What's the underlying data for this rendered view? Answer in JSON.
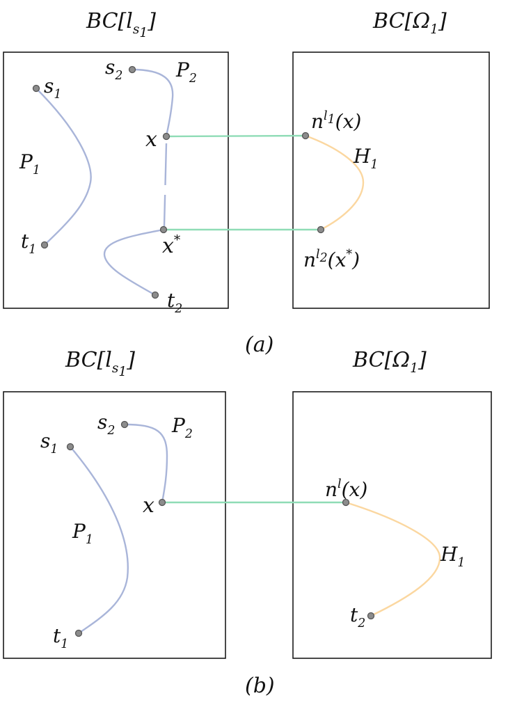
{
  "panel_a": {
    "caption": "(a)",
    "left_title": {
      "base": "BC[l",
      "sub": "s",
      "subsub": "1",
      "tail": "]"
    },
    "right_title": {
      "base": "BC[Ω",
      "sub": "1",
      "tail": "]"
    },
    "labels": {
      "s1": {
        "base": "s",
        "sub": "1"
      },
      "t1": {
        "base": "t",
        "sub": "1"
      },
      "s2": {
        "base": "s",
        "sub": "2"
      },
      "t2": {
        "base": "t",
        "sub": "2"
      },
      "P1": {
        "base": "P",
        "sub": "1"
      },
      "P2": {
        "base": "P",
        "sub": "2"
      },
      "x": "x",
      "xstar": {
        "base": "x",
        "sup": "*"
      },
      "H1": {
        "base": "H",
        "sub": "1"
      },
      "nl1x": {
        "base": "n",
        "sup": "l",
        "supsub": "1",
        "tail": "(x)"
      },
      "nl2xstar": {
        "base": "n",
        "sup": "l",
        "supsub": "2",
        "tail": "(x",
        "tailsup": "*",
        "tailend": ")"
      }
    }
  },
  "panel_b": {
    "caption": "(b)",
    "left_title": {
      "base": "BC[l",
      "sub": "s",
      "subsub": "1",
      "tail": "]"
    },
    "right_title": {
      "base": "BC[Ω",
      "sub": "1",
      "tail": "]"
    },
    "labels": {
      "s1": {
        "base": "s",
        "sub": "1"
      },
      "t1": {
        "base": "t",
        "sub": "1"
      },
      "s2": {
        "base": "s",
        "sub": "2"
      },
      "t2": {
        "base": "t",
        "sub": "2"
      },
      "P1": {
        "base": "P",
        "sub": "1"
      },
      "P2": {
        "base": "P",
        "sub": "2"
      },
      "x": "x",
      "H1": {
        "base": "H",
        "sub": "1"
      },
      "nlx": {
        "base": "n",
        "sup": "l",
        "tail": "(x)"
      }
    }
  },
  "colors": {
    "path_blue": "#a9b5d9",
    "path_orange": "#fbd7a0",
    "connector_green": "#8fdcb6",
    "node_fill": "#8c8c8c"
  }
}
